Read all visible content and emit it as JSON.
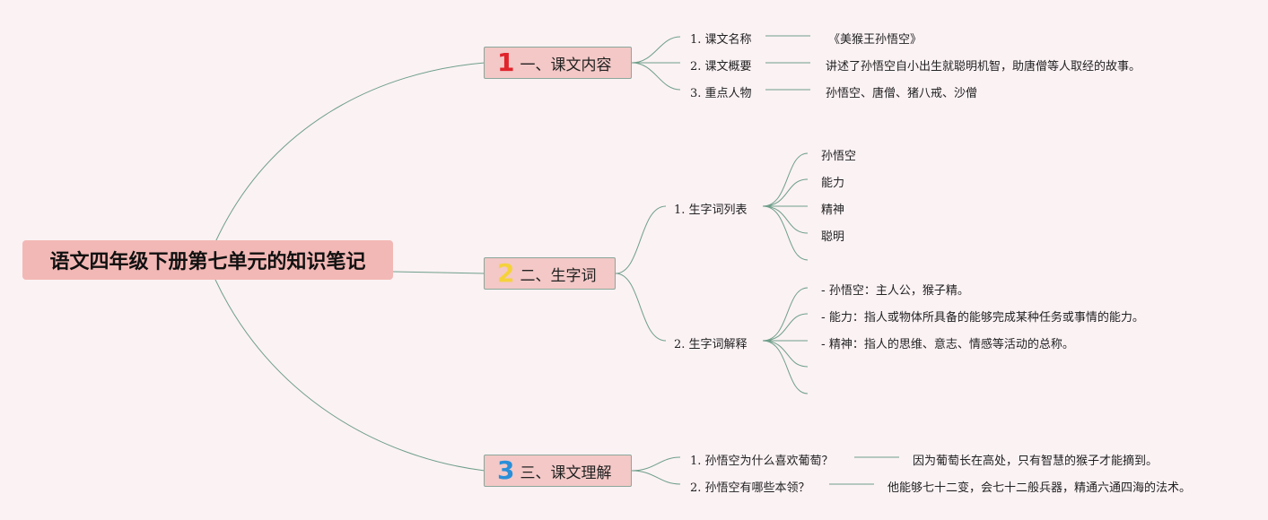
{
  "root": {
    "title": "语文四年级下册第七单元的知识笔记"
  },
  "colors": {
    "background": "#fbf2f4",
    "root_fill": "#f2b8b5",
    "branch_fill": "#f3c8c6",
    "line": "#6f9f8a",
    "num1": "#e0242c",
    "num2": "#f5d23a",
    "num3": "#2a8fd8"
  },
  "branches": [
    {
      "num": "1",
      "label": "一、课文内容",
      "items": [
        {
          "label": "1. 课文名称",
          "value": "《美猴王孙悟空》"
        },
        {
          "label": "2. 课文概要",
          "value": "讲述了孙悟空自小出生就聪明机智，助唐僧等人取经的故事。"
        },
        {
          "label": "3. 重点人物",
          "value": "孙悟空、唐僧、猪八戒、沙僧"
        }
      ]
    },
    {
      "num": "2",
      "label": "二、生字词",
      "groups": [
        {
          "label": "1. 生字词列表",
          "leaves": [
            "孙悟空",
            "能力",
            "精神",
            "聪明",
            ""
          ]
        },
        {
          "label": "2. 生字词解释",
          "leaves": [
            "- 孙悟空：主人公，猴子精。",
            "- 能力：指人或物体所具备的能够完成某种任务或事情的能力。",
            "- 精神：指人的思维、意志、情感等活动的总称。",
            "",
            ""
          ]
        }
      ]
    },
    {
      "num": "3",
      "label": "三、课文理解",
      "items": [
        {
          "label": "1. 孙悟空为什么喜欢葡萄？",
          "value": "因为葡萄长在高处，只有智慧的猴子才能摘到。"
        },
        {
          "label": "2. 孙悟空有哪些本领？",
          "value": "他能够七十二变，会七十二般兵器，精通六通四海的法术。"
        }
      ]
    }
  ]
}
